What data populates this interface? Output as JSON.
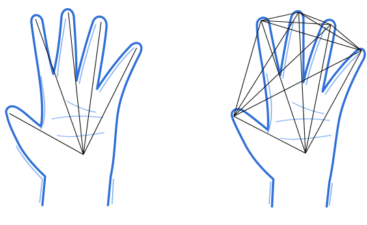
{
  "colors": {
    "hand_outline": "#2f6fd6",
    "hand_outline_soft": "#6ea2f0",
    "palm_lines": "#8db7f4",
    "connection_lines": "#111111",
    "background": "#ffffff"
  },
  "panels": [
    {
      "id": "left-hand",
      "connection_pattern": "fingertips-to-palm-center"
    },
    {
      "id": "right-hand",
      "connection_pattern": "fully-connected-fingertips-and-palm-center"
    }
  ]
}
